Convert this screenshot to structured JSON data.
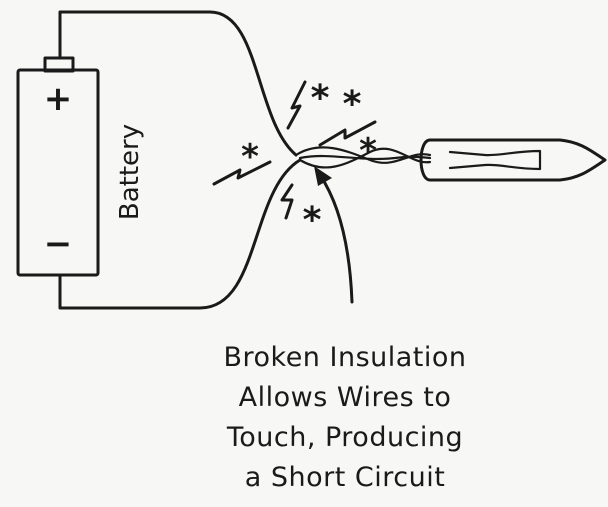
{
  "battery": {
    "label": "Battery",
    "positive": "+",
    "negative": "−"
  },
  "sparks": {
    "symbol": "*"
  },
  "caption": {
    "line1": "Broken Insulation",
    "line2": "Allows Wires to",
    "line3": "Touch, Producing",
    "line4": "a Short Circuit"
  },
  "colors": {
    "ink": "#1a1a1a",
    "background": "#f7f7f5"
  }
}
